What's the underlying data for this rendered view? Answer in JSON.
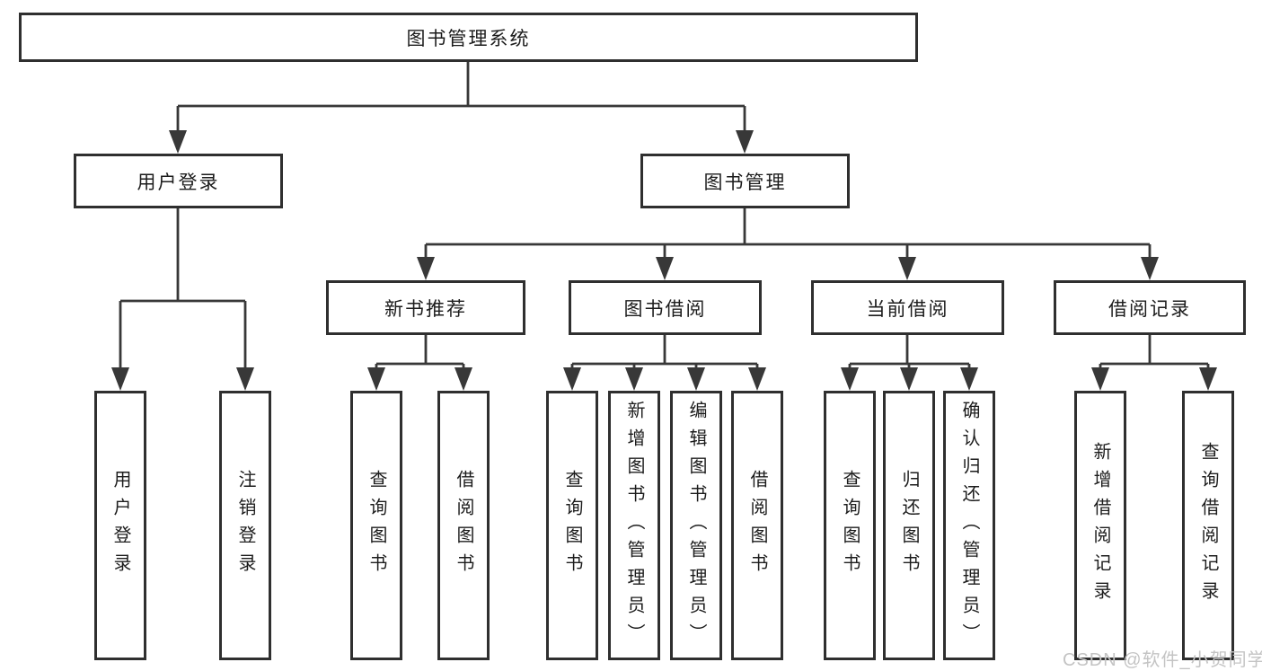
{
  "diagram": {
    "root": {
      "label": "图书管理系统"
    },
    "level2": [
      {
        "id": "user-login",
        "label": "用户登录",
        "parent": "图书管理系统"
      },
      {
        "id": "book-management",
        "label": "图书管理",
        "parent": "图书管理系统"
      }
    ],
    "level3": [
      {
        "id": "new-book-recommend",
        "label": "新书推荐",
        "parent": "图书管理"
      },
      {
        "id": "book-borrow",
        "label": "图书借阅",
        "parent": "图书管理"
      },
      {
        "id": "current-borrow",
        "label": "当前借阅",
        "parent": "图书管理"
      },
      {
        "id": "borrow-records",
        "label": "借阅记录",
        "parent": "图书管理"
      }
    ],
    "leaves": [
      {
        "label": "用户登录",
        "parent": "用户登录"
      },
      {
        "label": "注销登录",
        "parent": "用户登录"
      },
      {
        "label": "查询图书",
        "parent": "新书推荐"
      },
      {
        "label": "借阅图书",
        "parent": "新书推荐"
      },
      {
        "label": "查询图书",
        "parent": "图书借阅"
      },
      {
        "label": "新增图书（管理员）",
        "parent": "图书借阅"
      },
      {
        "label": "编辑图书（管理员）",
        "parent": "图书借阅"
      },
      {
        "label": "借阅图书",
        "parent": "图书借阅"
      },
      {
        "label": "查询图书",
        "parent": "当前借阅"
      },
      {
        "label": "归还图书",
        "parent": "当前借阅"
      },
      {
        "label": "确认归还（管理员）",
        "parent": "当前借阅"
      },
      {
        "label": "新增借阅记录",
        "parent": "借阅记录"
      },
      {
        "label": "查询借阅记录",
        "parent": "借阅记录"
      }
    ]
  },
  "watermark": {
    "text": "CSDN @软件_小贺同学"
  },
  "colors": {
    "background": "#ffffff",
    "box_border": "#2f2f2f",
    "line": "#383838",
    "text": "#1c1c1c",
    "watermark": "#c4c4c4"
  }
}
